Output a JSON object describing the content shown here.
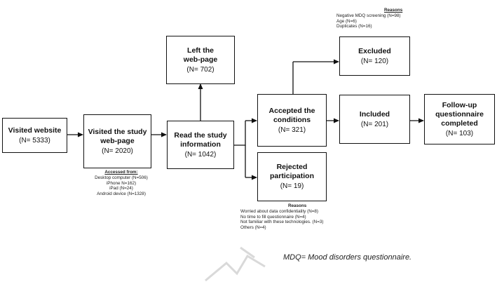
{
  "nodes": {
    "visited_website": {
      "title": "Visited website",
      "count": "(N= 5333)"
    },
    "visited_study": {
      "title": "Visited the study\nweb-page",
      "count": "(N= 2020)"
    },
    "read_info": {
      "title": "Read the study\ninformation",
      "count": "(N= 1042)"
    },
    "left_page": {
      "title": "Left the\nweb-page",
      "count": "(N= 702)"
    },
    "accepted": {
      "title": "Accepted the\nconditions",
      "count": "(N= 321)"
    },
    "rejected": {
      "title": "Rejected\nparticipation",
      "count": "(N= 19)"
    },
    "excluded": {
      "title": "Excluded",
      "count": "(N= 120)"
    },
    "included": {
      "title": "Included",
      "count": "(N= 201)"
    },
    "followup": {
      "title": "Follow-up\nquestionnaire\ncompleted",
      "count": "(N= 103)"
    }
  },
  "notes": {
    "excluded_reasons": {
      "heading": "Reasons",
      "items": [
        "Negative MDQ screening (N=98)",
        "Age (N=6)",
        "Duplicates (N=16)"
      ]
    },
    "accessed_from": {
      "heading": "Accessed from:",
      "items": [
        "Desktop computer (N=506)",
        "iPhone N=162)",
        "iPad (N=24)",
        "Android device (N=1328)"
      ]
    },
    "rejected_reasons": {
      "heading": "Reasons",
      "items": [
        "Worried about data confidentiality (N=8)",
        "No time to fill questionnaire (N=4)",
        "Not familiar with these technologies. (N=3)",
        "Others (N=4)"
      ]
    }
  },
  "footnote": "MDQ= Mood disorders questionnaire.",
  "colors": {
    "stroke": "#111111",
    "watermark": "#d9d9d9"
  }
}
